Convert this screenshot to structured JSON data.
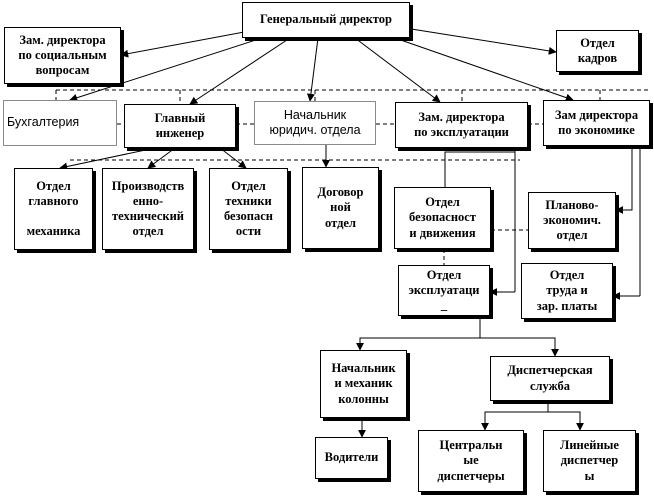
{
  "colors": {
    "line": "#000000",
    "box_border": "#000000",
    "muted_border": "#8a8a8a",
    "background": "#ffffff"
  },
  "nodes": {
    "general_director": "Генеральный директор",
    "deputy_social": "Зам. директора\nпо социальным\nвопросам",
    "hr_dept": "Отдел\nкадров",
    "accounting": "Бухгалтерия",
    "chief_engineer": "Главный\nинженер",
    "legal_head": "Начальник\nюридич. отдела",
    "deputy_operations": "Зам. директора\nпо эксплуатации",
    "deputy_economics": "Зам директора\nпо экономике",
    "chief_mechanic_dept": "Отдел\nглавного\n\nмеханика",
    "production_tech_dept": "Производств\nенно-\nтехнический\nотдел",
    "safety_dept": "Отдел\nтехники\nбезопасн\nости",
    "contract_dept": "Договор\nной\nотдел",
    "traffic_safety_dept": "Отдел\nбезопасност\nи движения",
    "planning_dept": "Планово-\nэкономич.\nотдел",
    "operations_dept": "Отдел\nэксплуатаци\n_",
    "labor_wages_dept": "Отдел\nтруда и\nзар. платы",
    "column_head": "Начальник\nи механик\nколонны",
    "dispatch_service": "Диспетчерская\nслужба",
    "drivers": "Водители",
    "central_dispatchers": "Центральн\nые\nдиспетчеры",
    "line_dispatchers": "Линейные\nдиспетчер\nы"
  }
}
